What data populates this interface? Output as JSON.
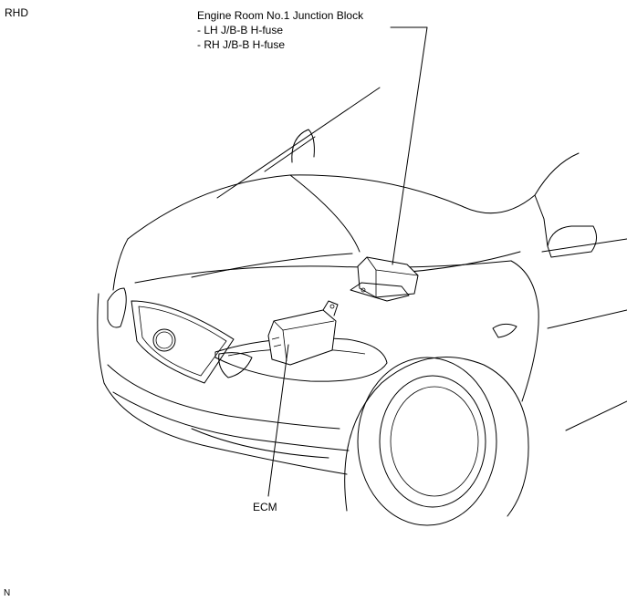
{
  "corner_label": "RHD",
  "footer_code": "N",
  "callouts": {
    "junction_block": {
      "title": "Engine Room No.1 Junction Block",
      "items": [
        "- LH J/B-B H-fuse",
        "- RH J/B-B H-fuse"
      ]
    },
    "ecm": {
      "label": "ECM"
    }
  }
}
